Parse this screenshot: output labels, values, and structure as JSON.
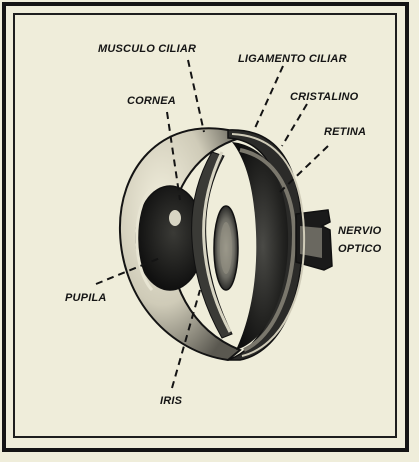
{
  "labels": {
    "musculo_ciliar": "MUSCULO CILIAR",
    "ligamento_ciliar": "LIGAMENTO CILIAR",
    "cristalino": "CRISTALINO",
    "cornea": "CORNEA",
    "retina": "RETINA",
    "nervio": "NERVIO",
    "optico": "OPTICO",
    "pupila": "PUPILA",
    "iris": "IRIS"
  },
  "colors": {
    "paper": "#efedda",
    "ink": "#151515",
    "sclera": "#d9d6c4",
    "interior_dark": "#1d1d1d"
  }
}
